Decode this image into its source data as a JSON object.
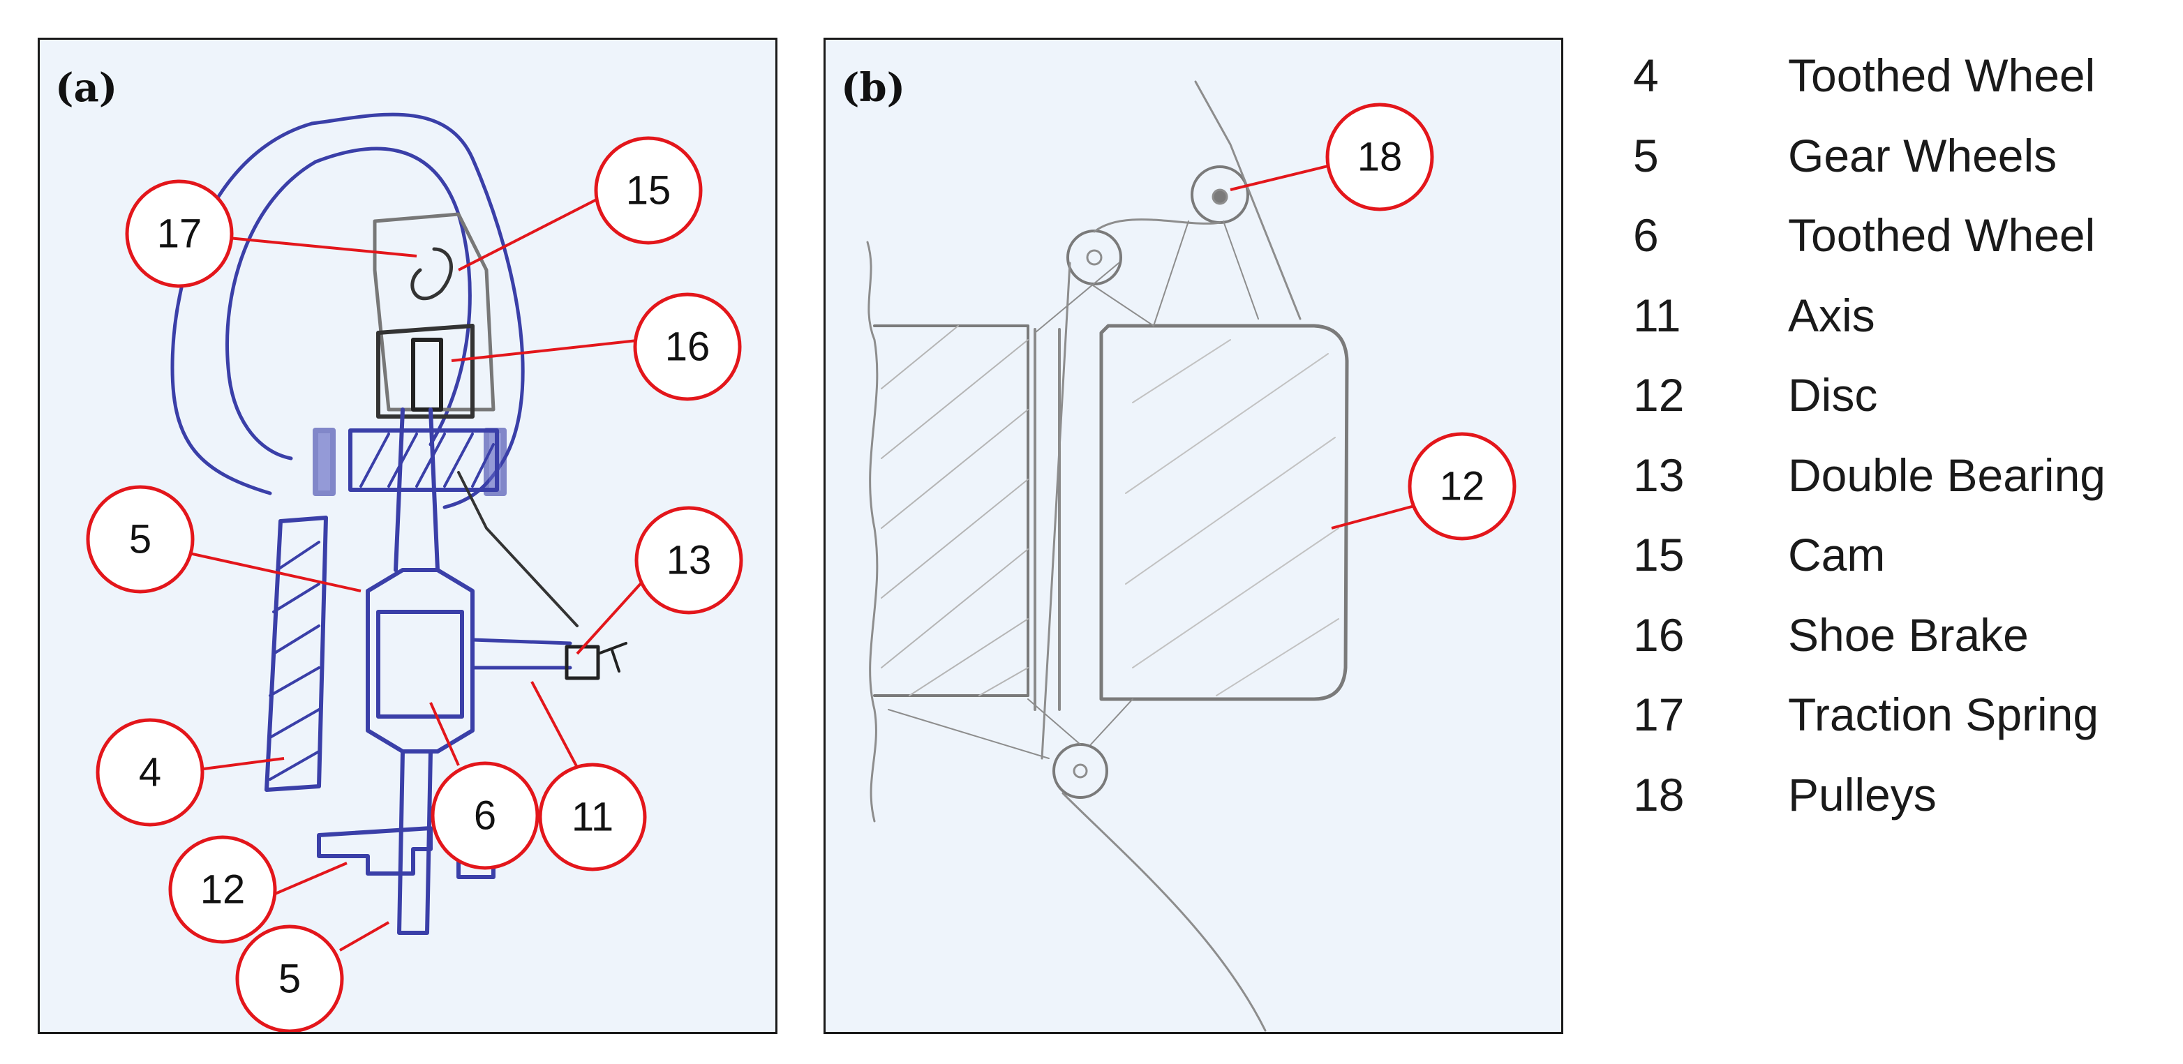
{
  "panels": [
    {
      "tag": "(a)",
      "callouts": [
        "17",
        "15",
        "16",
        "5",
        "13",
        "4",
        "6",
        "11",
        "12",
        "5"
      ]
    },
    {
      "tag": "(b)",
      "callouts": [
        "18",
        "12"
      ]
    }
  ],
  "legend": [
    {
      "number": "4",
      "label": "Toothed Wheel"
    },
    {
      "number": "5",
      "label": "Gear Wheels"
    },
    {
      "number": "6",
      "label": "Toothed Wheel"
    },
    {
      "number": "11",
      "label": "Axis"
    },
    {
      "number": "12",
      "label": "Disc"
    },
    {
      "number": "13",
      "label": "Double Bearing"
    },
    {
      "number": "15",
      "label": "Cam"
    },
    {
      "number": "16",
      "label": "Shoe Brake"
    },
    {
      "number": "17",
      "label": "Traction Spring"
    },
    {
      "number": "18",
      "label": "Pulleys"
    }
  ],
  "colors": {
    "callout_red": "#e3161b",
    "sketch_blue": "#3a3fa8",
    "pencil_gray": "#8d8d8d",
    "panel_bg": "#eef4fb"
  }
}
